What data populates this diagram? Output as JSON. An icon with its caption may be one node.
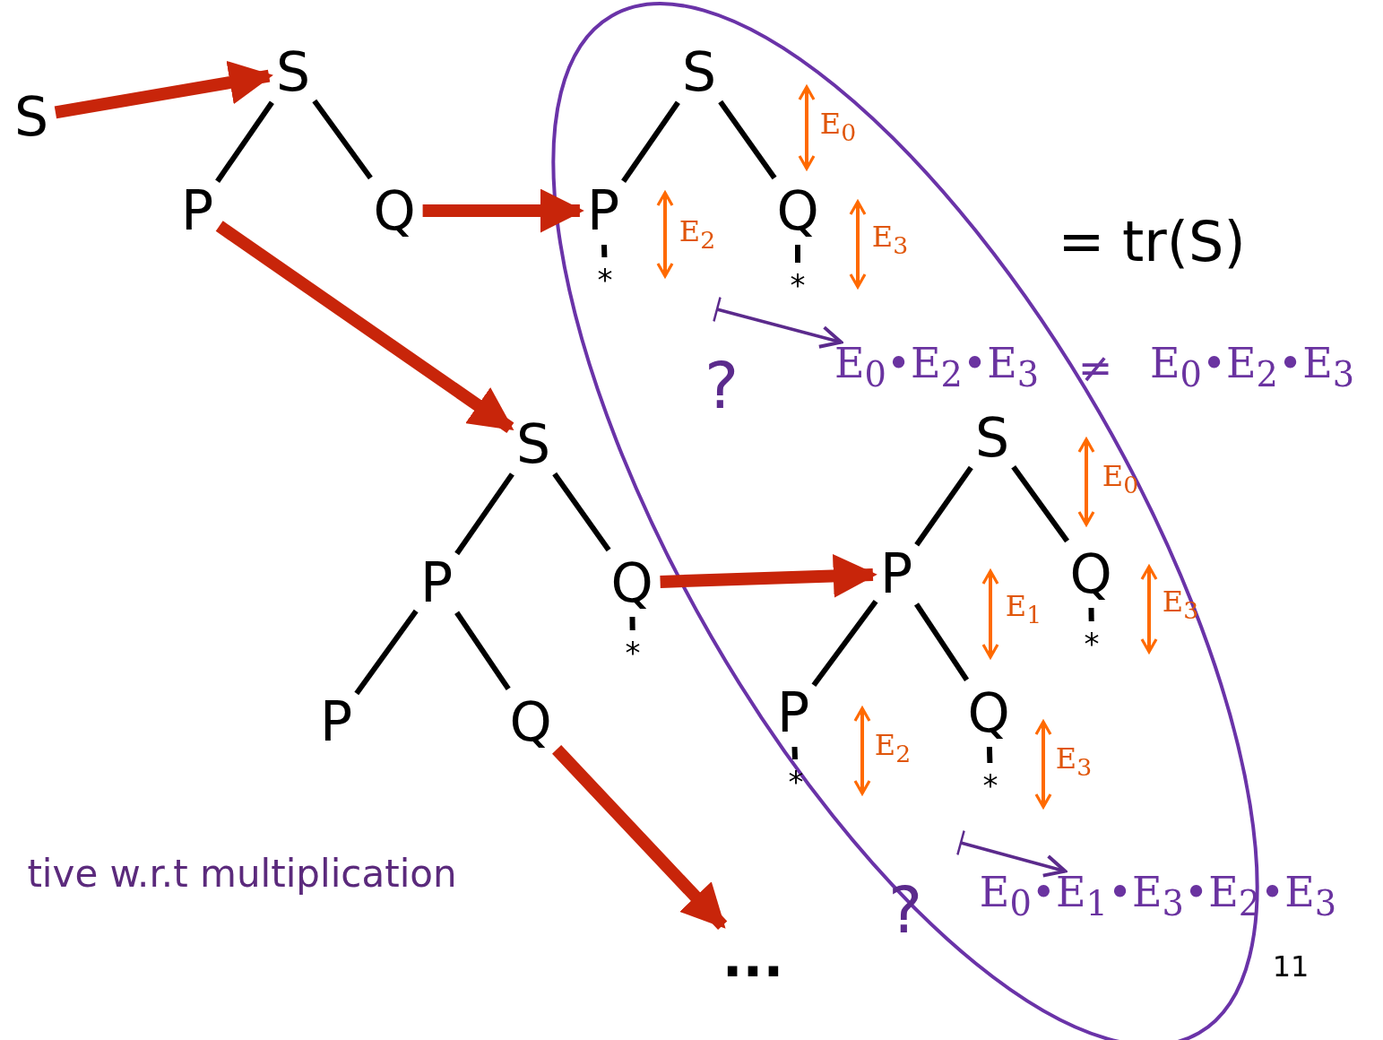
{
  "diagram": {
    "nodes": [
      {
        "text": [
          "S"
        ]
      },
      {
        "text": [
          "S"
        ]
      },
      {
        "text": [
          "P"
        ]
      },
      {
        "text": [
          "Q"
        ]
      },
      {
        "text": [
          "S"
        ]
      },
      {
        "text": [
          "P"
        ]
      },
      {
        "text": [
          "Q"
        ]
      },
      {
        "text": [
          "*"
        ]
      },
      {
        "text": [
          "*"
        ]
      },
      {
        "text": [
          "E$_{0}$•E$_{2}$•E$_{3}$"
        ]
      },
      {
        "text": [
          "S"
        ]
      },
      {
        "text": [
          "P"
        ]
      },
      {
        "text": [
          "Q"
        ]
      },
      {
        "text": [
          "*"
        ]
      },
      {
        "text": [
          "P"
        ]
      },
      {
        "text": [
          "Q"
        ]
      },
      {
        "text": [
          "S"
        ]
      },
      {
        "text": [
          "P"
        ]
      },
      {
        "text": [
          "Q"
        ]
      },
      {
        "text": [
          "*"
        ]
      },
      {
        "text": [
          "P"
        ]
      },
      {
        "text": [
          "Q"
        ]
      },
      {
        "text": [
          "*"
        ]
      },
      {
        "text": [
          "*"
        ]
      },
      {
        "text": [
          "E$_{0}$•E$_{1}$•E$_{3}$•E$_{2}$•E$_{3}$"
        ]
      },
      {
        "text": [
          "..."
        ]
      }
    ],
    "edges": [
      {
        "from": 1,
        "to": 2,
        "arrow": "none"
      },
      {
        "from": 1,
        "to": 3,
        "arrow": "none"
      },
      {
        "from": 4,
        "to": 5,
        "arrow": "none"
      },
      {
        "from": 4,
        "to": 6,
        "arrow": "none"
      },
      {
        "from": 5,
        "to": 7,
        "arrow": "none"
      },
      {
        "from": 6,
        "to": 8,
        "arrow": "none"
      },
      {
        "from": 10,
        "to": 11,
        "arrow": "none"
      },
      {
        "from": 10,
        "to": 12,
        "arrow": "none"
      },
      {
        "from": 12,
        "to": 13,
        "arrow": "none"
      },
      {
        "from": 11,
        "to": 14,
        "arrow": "none"
      },
      {
        "from": 11,
        "to": 15,
        "arrow": "none"
      },
      {
        "from": 16,
        "to": 17,
        "arrow": "none"
      },
      {
        "from": 16,
        "to": 18,
        "arrow": "none"
      },
      {
        "from": 18,
        "to": 19,
        "arrow": "none"
      },
      {
        "from": 17,
        "to": 20,
        "arrow": "none"
      },
      {
        "from": 17,
        "to": 21,
        "arrow": "none"
      },
      {
        "from": 20,
        "to": 22,
        "arrow": "none"
      },
      {
        "from": 21,
        "to": 23,
        "arrow": "none"
      },
      {
        "from": 0,
        "to": 1,
        "arrow": "to",
        "style": "thick",
        "color": "#c8250a"
      },
      {
        "from": 3,
        "to": 5,
        "arrow": "to",
        "style": "thick",
        "color": "#c8250a"
      },
      {
        "from": 2,
        "to": 10,
        "arrow": "to",
        "style": "thick",
        "color": "#c8250a"
      },
      {
        "from": 12,
        "to": 17,
        "arrow": "to",
        "style": "thick",
        "color": "#c8250a"
      },
      {
        "from": 15,
        "to": 25,
        "arrow": "to",
        "style": "thick",
        "color": "#c8250a"
      },
      {
        "from": null,
        "to": 9,
        "arrow": "to",
        "color": "#5b2a8c"
      },
      {
        "from": null,
        "to": 24,
        "arrow": "to",
        "color": "#5b2a8c"
      }
    ],
    "labels": [
      "E$_{0}$",
      "E$_{2}$",
      "E$_{3}$",
      "= tr(S)",
      "?",
      "≠",
      "E$_{0}$•E$_{2}$•E$_{3}$",
      "E$_{0}$",
      "E$_{1}$",
      "E$_{3}$",
      "E$_{2}$",
      "E$_{3}$",
      "tive w.r.t multiplication",
      "?",
      "11"
    ]
  }
}
